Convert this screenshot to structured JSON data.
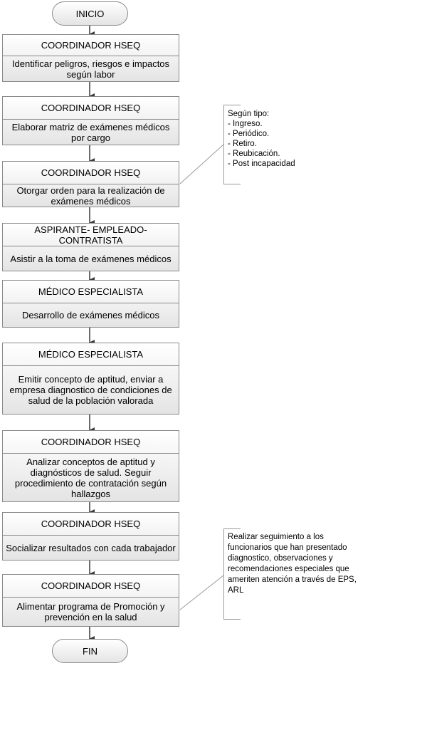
{
  "start": "INICIO",
  "end": "FIN",
  "steps": [
    {
      "role": "COORDINADOR HSEQ",
      "activity": "Identificar peligros, riesgos e impactos  según labor"
    },
    {
      "role": "COORDINADOR HSEQ",
      "activity": "Elaborar matriz de exámenes médicos  por cargo"
    },
    {
      "role": "COORDINADOR HSEQ",
      "activity": "Otorgar orden para la realización de exámenes médicos"
    },
    {
      "role": "ASPIRANTE- EMPLEADO- CONTRATISTA",
      "activity": "Asistir a la toma de exámenes médicos"
    },
    {
      "role": "MÉDICO ESPECIALISTA",
      "activity": "Desarrollo de exámenes médicos"
    },
    {
      "role": "MÉDICO ESPECIALISTA",
      "activity": "Emitir concepto de aptitud, enviar a empresa diagnostico de condiciones de salud de la población valorada"
    },
    {
      "role": "COORDINADOR HSEQ",
      "activity": "Analizar conceptos de aptitud y diagnósticos  de salud. Seguir procedimiento de contratación según hallazgos"
    },
    {
      "role": "COORDINADOR HSEQ",
      "activity": "Socializar resultados  con cada trabajador"
    },
    {
      "role": "COORDINADOR HSEQ",
      "activity": "Alimentar programa de Promoción y prevención en la salud"
    }
  ],
  "notes": {
    "exam_types": {
      "title": "Según tipo:",
      "items": [
        "- Ingreso.",
        "- Periódico.",
        "- Retiro.",
        "- Reubicación.",
        "- Post incapacidad"
      ]
    },
    "followup": "Realizar seguimiento a los funcionarios que han presentado diagnostico, observaciones y recomendaciones especiales que ameriten atención a través de EPS, ARL"
  },
  "colors": {
    "border": "#8a8a8a",
    "fill_top": "#ffffff",
    "fill_bottom": "#e4e4e4",
    "arrow": "#3a3a3a"
  }
}
